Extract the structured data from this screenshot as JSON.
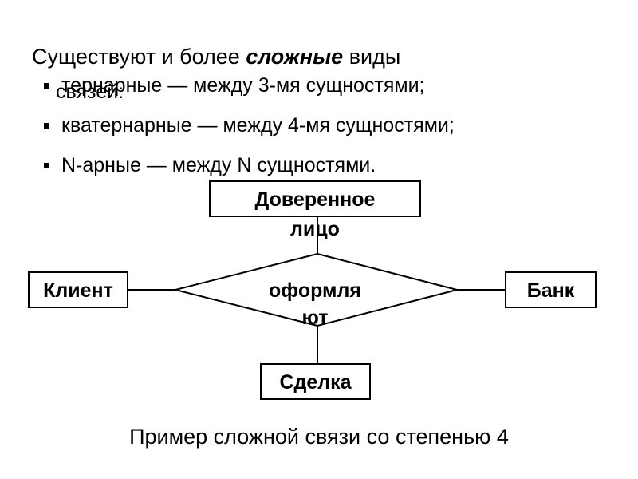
{
  "heading": {
    "prefix": "Существуют и более ",
    "emphasis": "сложные",
    "suffix": " виды",
    "overlap_text": "связей:"
  },
  "bullets": [
    "тернарные — между 3-мя сущностями;",
    "кватернарные — между 4-мя сущностями;",
    "N-арные — между N сущностями."
  ],
  "diagram": {
    "entities": {
      "trustee_line1": "Доверенное",
      "trustee_line2": "лицо",
      "client": "Клиент",
      "bank": "Банк",
      "deal": "Сделка"
    },
    "relationship": {
      "line1": "оформля",
      "line2": "ют"
    }
  },
  "caption": "Пример сложной связи со степенью 4"
}
